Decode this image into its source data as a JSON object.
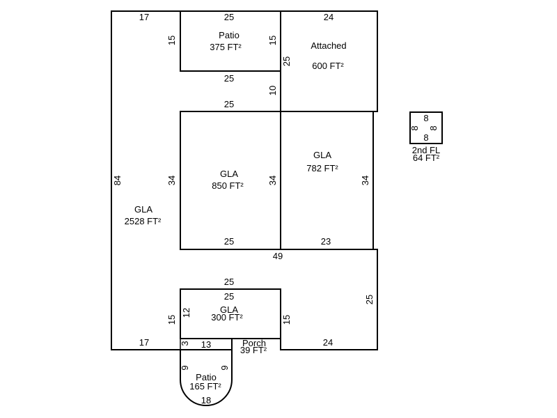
{
  "areas": {
    "gla_main": {
      "name": "GLA",
      "area": "2528 FT²"
    },
    "patio_top": {
      "name": "Patio",
      "area": "375 FT²"
    },
    "attached": {
      "name": "Attached",
      "area": "600 FT²"
    },
    "gla_850": {
      "name": "GLA",
      "area": "850 FT²"
    },
    "gla_782": {
      "name": "GLA",
      "area": "782 FT²"
    },
    "gla_300": {
      "name": "GLA",
      "area": "300 FT²"
    },
    "porch": {
      "name": "Porch",
      "area": "39 FT²"
    },
    "patio_bottom": {
      "name": "Patio",
      "area": "165 FT²"
    },
    "second_fl": {
      "name": "2nd FL",
      "area": "64 FT²"
    }
  },
  "dimensions": {
    "main_top_left": "17",
    "patio_top_top": "25",
    "attached_top": "24",
    "patio_top_left": "15",
    "patio_top_right": "15",
    "attached_left": "25",
    "patio_top_bottom": "25",
    "gap_10": "10",
    "gla850_top": "25",
    "main_left": "84",
    "gla850_left": "34",
    "gla850_right": "34",
    "gla782_right": "34",
    "gla850_bottom": "25",
    "gla782_bottom": "23",
    "mid_49": "49",
    "gla300_outer_top": "25",
    "gla300_top": "25",
    "gla300_left_outer": "15",
    "gla300_left": "12",
    "gla300_right": "15",
    "right_25": "25",
    "main_bottom_left": "17",
    "main_bottom_right": "24",
    "porch_3": "3",
    "porch_13": "13",
    "patio_bottom_left": "9",
    "patio_bottom_right": "9",
    "patio_bottom_bottom": "18",
    "second_fl_top": "8",
    "second_fl_left": "8",
    "second_fl_right": "8",
    "second_fl_bottom": "8"
  }
}
